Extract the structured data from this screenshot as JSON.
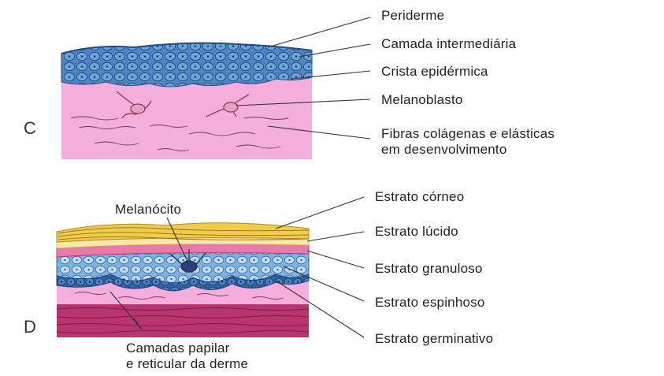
{
  "panel_c": {
    "letter": "C",
    "labels": [
      "Periderme",
      "Camada intermediária",
      "Crista epidérmica",
      "Melanoblasto",
      "Fibras colágenas e elásticas",
      "em desenvolvimento"
    ]
  },
  "panel_d": {
    "letter": "D",
    "labels": [
      "Melanócito",
      "Estrato córneo",
      "Estrato lúcido",
      "Estrato granuloso",
      "Estrato espinhoso",
      "Estrato germinativo",
      "Camadas papilar",
      "e reticular da derme"
    ]
  },
  "colors": {
    "cell_blue": "#5b9bd0",
    "cell_dark": "#2f5f9a",
    "dermis_pink": "#f2a8d8",
    "deep_dermis": "#b52d6e",
    "corneum_yellow": "#f2cf4f",
    "granular_pink": "#e86fa6",
    "pale_blue": "#bcd9ef"
  }
}
